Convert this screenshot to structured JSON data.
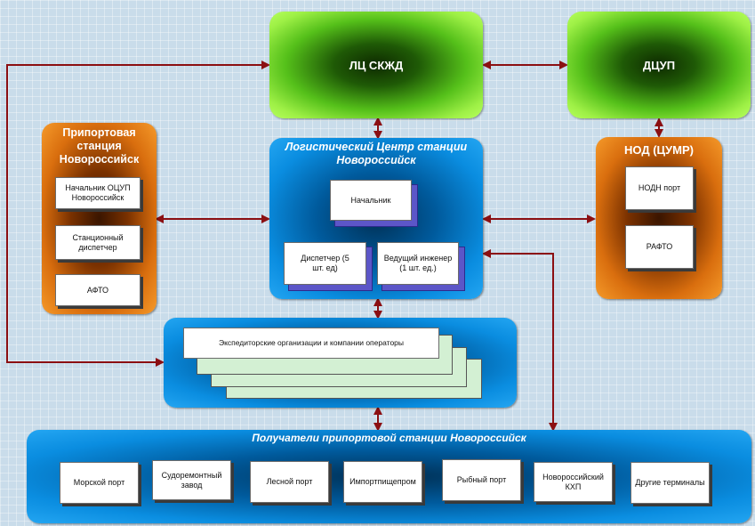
{
  "top": {
    "lc_skzhd": "ЛЦ СКЖД",
    "dcup": "ДЦУП"
  },
  "pripor": {
    "title_l1": "Припортовая",
    "title_l2": "станция",
    "title_l3": "Новороссийск",
    "items": [
      "Начальник ОЦУП Новороссийск",
      "Станционный диспетчер",
      "АФТО"
    ]
  },
  "center": {
    "title_l1": "Логистический Центр  станции",
    "title_l2": "Новороссийск",
    "head": "Начальник",
    "dispatcher": "Диспетчер (5 шт. ед)",
    "engineer": "Ведущий инженер (1 шт. ед.)"
  },
  "nod": {
    "title": "НОД (ЦУМР)",
    "items": [
      "НОДН  порт",
      "РАФТО"
    ]
  },
  "expeditors": {
    "label": "Экспедиторские организации и компании операторы"
  },
  "recipients": {
    "title": "Получатели припортовой станции Новороссийск",
    "items": [
      "Морской порт",
      "Судоремонтный завод",
      "Лесной порт",
      "Импортпищепром",
      "Рыбный порт",
      "Новороссийский КХП",
      "Другие терминалы"
    ]
  },
  "colors": {
    "arrow": "#8b0f12",
    "green": "#7fe02a",
    "blue": "#0a8de0",
    "orange": "#e87d18"
  }
}
